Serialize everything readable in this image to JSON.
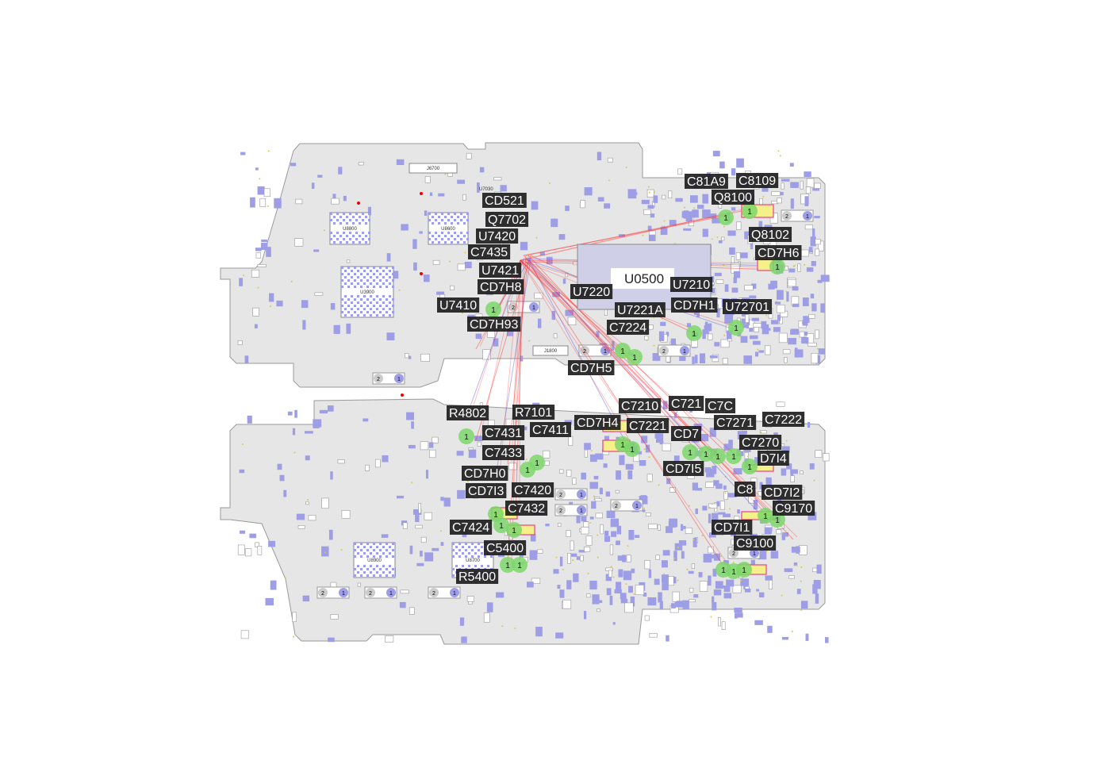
{
  "viewer": {
    "main_chip_label": "U0500",
    "silkscreen": [
      "J6700",
      "U8800",
      "U8600",
      "U3900",
      "J1800",
      "U8900",
      "U8700",
      "U7030"
    ],
    "net_labels": [
      "C8109",
      "Q8100",
      "C81A9",
      "CD521",
      "Q7702",
      "U7420",
      "C7435",
      "U7421",
      "CD7H8",
      "U7410",
      "CD7H93",
      "Q8102",
      "CD7H6",
      "U7221A",
      "C7224",
      "U7220",
      "CD7H5",
      "CD7H1",
      "U7210",
      "U72701",
      "R4802",
      "C7431",
      "C7433",
      "C7411",
      "R7101",
      "CD7H0",
      "CD7I3",
      "C7432",
      "C7424",
      "C7420",
      "C5400",
      "R5400",
      "C7210",
      "C7221",
      "CD7H4",
      "C721",
      "C7C",
      "C7271",
      "C7270",
      "CD7",
      "CD7I5",
      "D7I4",
      "C7222",
      "C8",
      "CD7I2",
      "C9170",
      "C9100",
      "CD7I1"
    ],
    "pad_numbers": [
      "1",
      "2"
    ]
  },
  "colors": {
    "board": "#e6e6e6",
    "component": "#9e9ee6",
    "pad_highlight": "#7dd66a",
    "net_red": "#ff3030",
    "net_blue": "#5a5ae6",
    "label_bg": "#1e1e1e"
  }
}
